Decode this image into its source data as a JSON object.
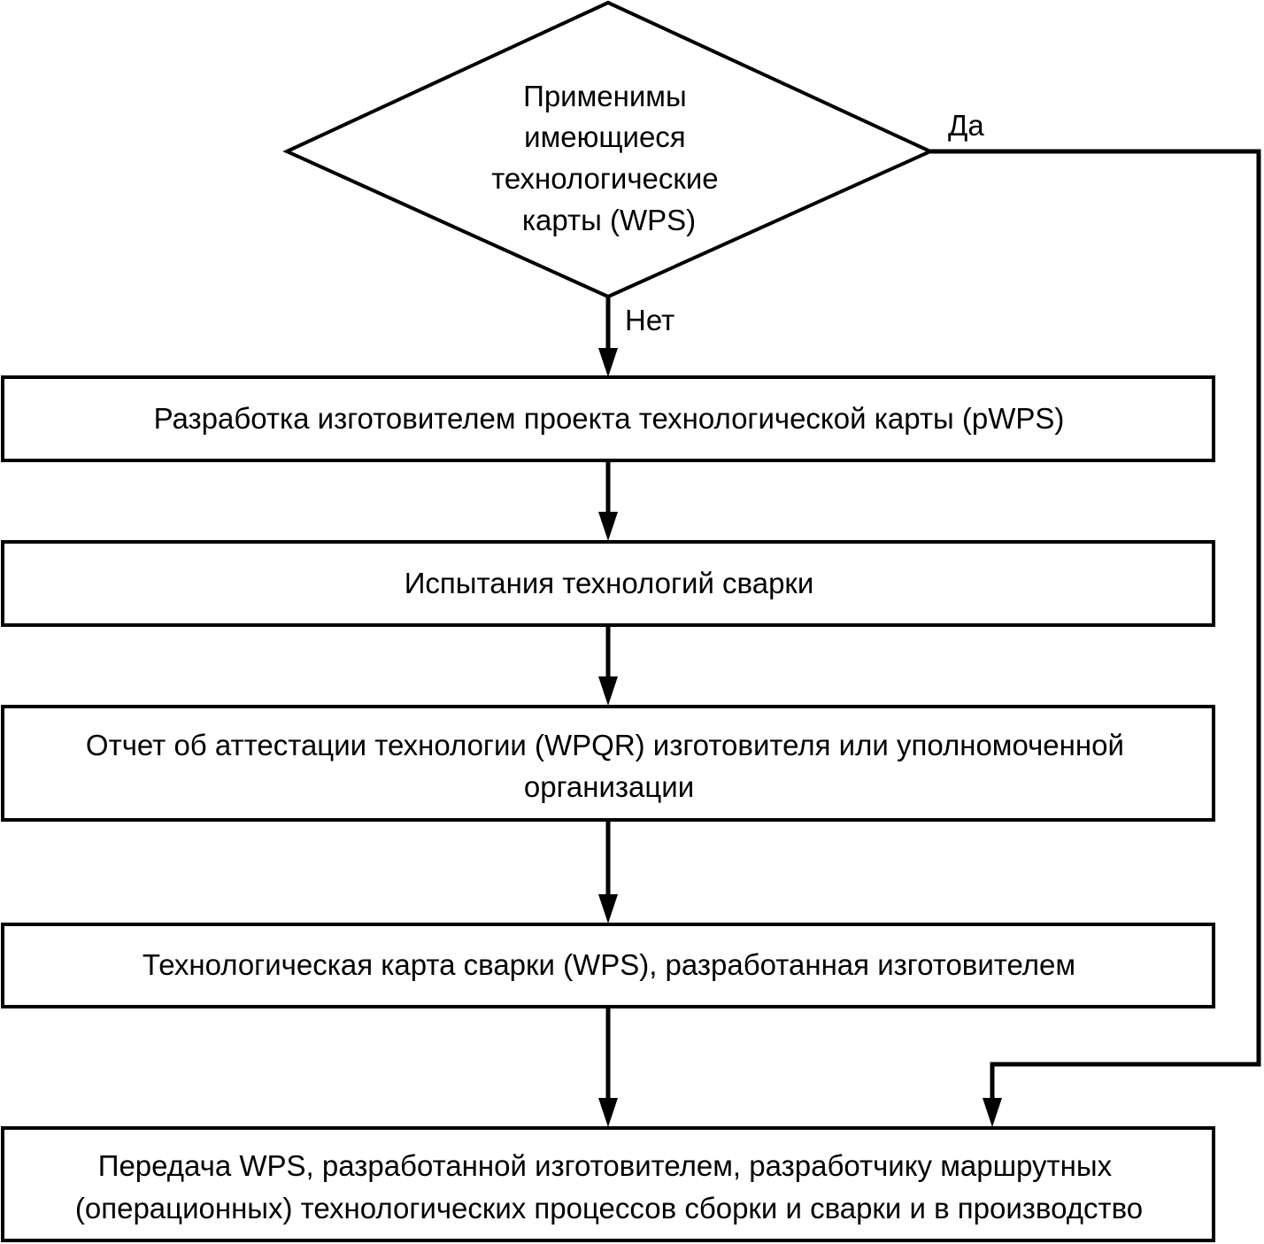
{
  "decision": {
    "lines": [
      "Применимы",
      "имеющиеся",
      "технологические",
      "карты (WPS)"
    ],
    "yes_label": "Да",
    "no_label": "Нет"
  },
  "steps": [
    {
      "lines": [
        "Разработка изготовителем проекта технологической карты (pWPS)"
      ]
    },
    {
      "lines": [
        "Испытания технологий сварки"
      ]
    },
    {
      "lines": [
        "Отчет об аттестации технологии (WPQR) изготовителя или уполномоченной",
        "организации"
      ]
    },
    {
      "lines": [
        "Технологическая карта сварки (WPS), разработанная изготовителем"
      ]
    },
    {
      "lines": [
        "Передача WPS, разработанной изготовителем, разработчику маршрутных",
        "(операционных) технологических процессов сборки и сварки и в производство"
      ]
    }
  ]
}
